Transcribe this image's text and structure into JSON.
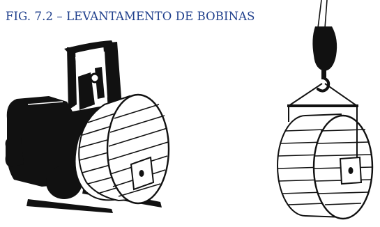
{
  "figure": {
    "caption": "FIG. 7.2 – LEVANTAMENTO DE BOBINAS",
    "caption_color": "#1f3f8c"
  },
  "illustrations": [
    {
      "name": "forklift-lifting-reel",
      "icon": "forklift-with-cable-reel"
    },
    {
      "name": "crane-hook-lifting-reel",
      "icon": "crane-hook-with-cable-reel"
    }
  ],
  "colors": {
    "ink": "#111111",
    "background": "#ffffff"
  }
}
